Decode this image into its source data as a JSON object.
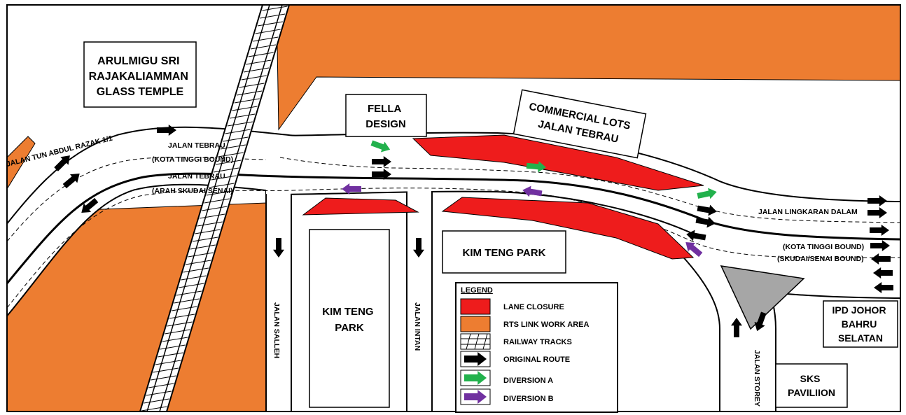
{
  "map": {
    "colors": {
      "lane_closure": "#ee1c1c",
      "rts_link_work_area": "#ed7d31",
      "original_route": "#000000",
      "diversion_a": "#22b14c",
      "diversion_b": "#7030a0",
      "median": "#a6a6a6"
    },
    "buildings": {
      "temple": [
        "ARULMIGU SRI",
        "RAJAKALIAMMAN",
        "GLASS TEMPLE"
      ],
      "fella": [
        "FELLA",
        "DESIGN"
      ],
      "commercial": [
        "COMMERCIAL LOTS",
        "JALAN TEBRAU"
      ],
      "kim_teng_park_right": "KIM TENG PARK",
      "kim_teng_park_left": [
        "KIM TENG",
        "PARK"
      ],
      "ipd": [
        "IPD JOHOR",
        "BAHRU",
        "SELATAN"
      ],
      "sks": [
        "SKS",
        "PAVILIION"
      ]
    },
    "roads": {
      "tun_abdul_razak": "JALAN TUN ABDUL RAZAK 1/1",
      "tebrau_1": "JALAN TEBRAU",
      "tebrau_1_dir": "(KOTA TINGGI BOUND)",
      "tebrau_2": "JALAN TEBRAU",
      "tebrau_2_dir": "(ARAH SKUDAI/SENAI)",
      "lingkaran_dalam": "JALAN LINGKARAN DALAM",
      "kota_tinggi_bound": "(KOTA TINGGI BOUND)",
      "skudai_senai_bound": "(SKUDAI/SENAI BOUND)",
      "salleh": "JALAN SALLEH",
      "intan": "JALAN INTAN",
      "storey": "JALAN STOREY"
    },
    "legend": {
      "title": "LEGEND",
      "items": [
        {
          "label": "LANE CLOSURE",
          "icon": "lane-closure-swatch"
        },
        {
          "label": "RTS LINK WORK AREA",
          "icon": "work-area-swatch"
        },
        {
          "label": "RAILWAY TRACKS",
          "icon": "railway-tracks-swatch"
        },
        {
          "label": "ORIGINAL ROUTE",
          "icon": "black-arrow-icon"
        },
        {
          "label": "DIVERSION A",
          "icon": "green-arrow-icon"
        },
        {
          "label": "DIVERSION B",
          "icon": "purple-arrow-icon"
        }
      ]
    }
  }
}
